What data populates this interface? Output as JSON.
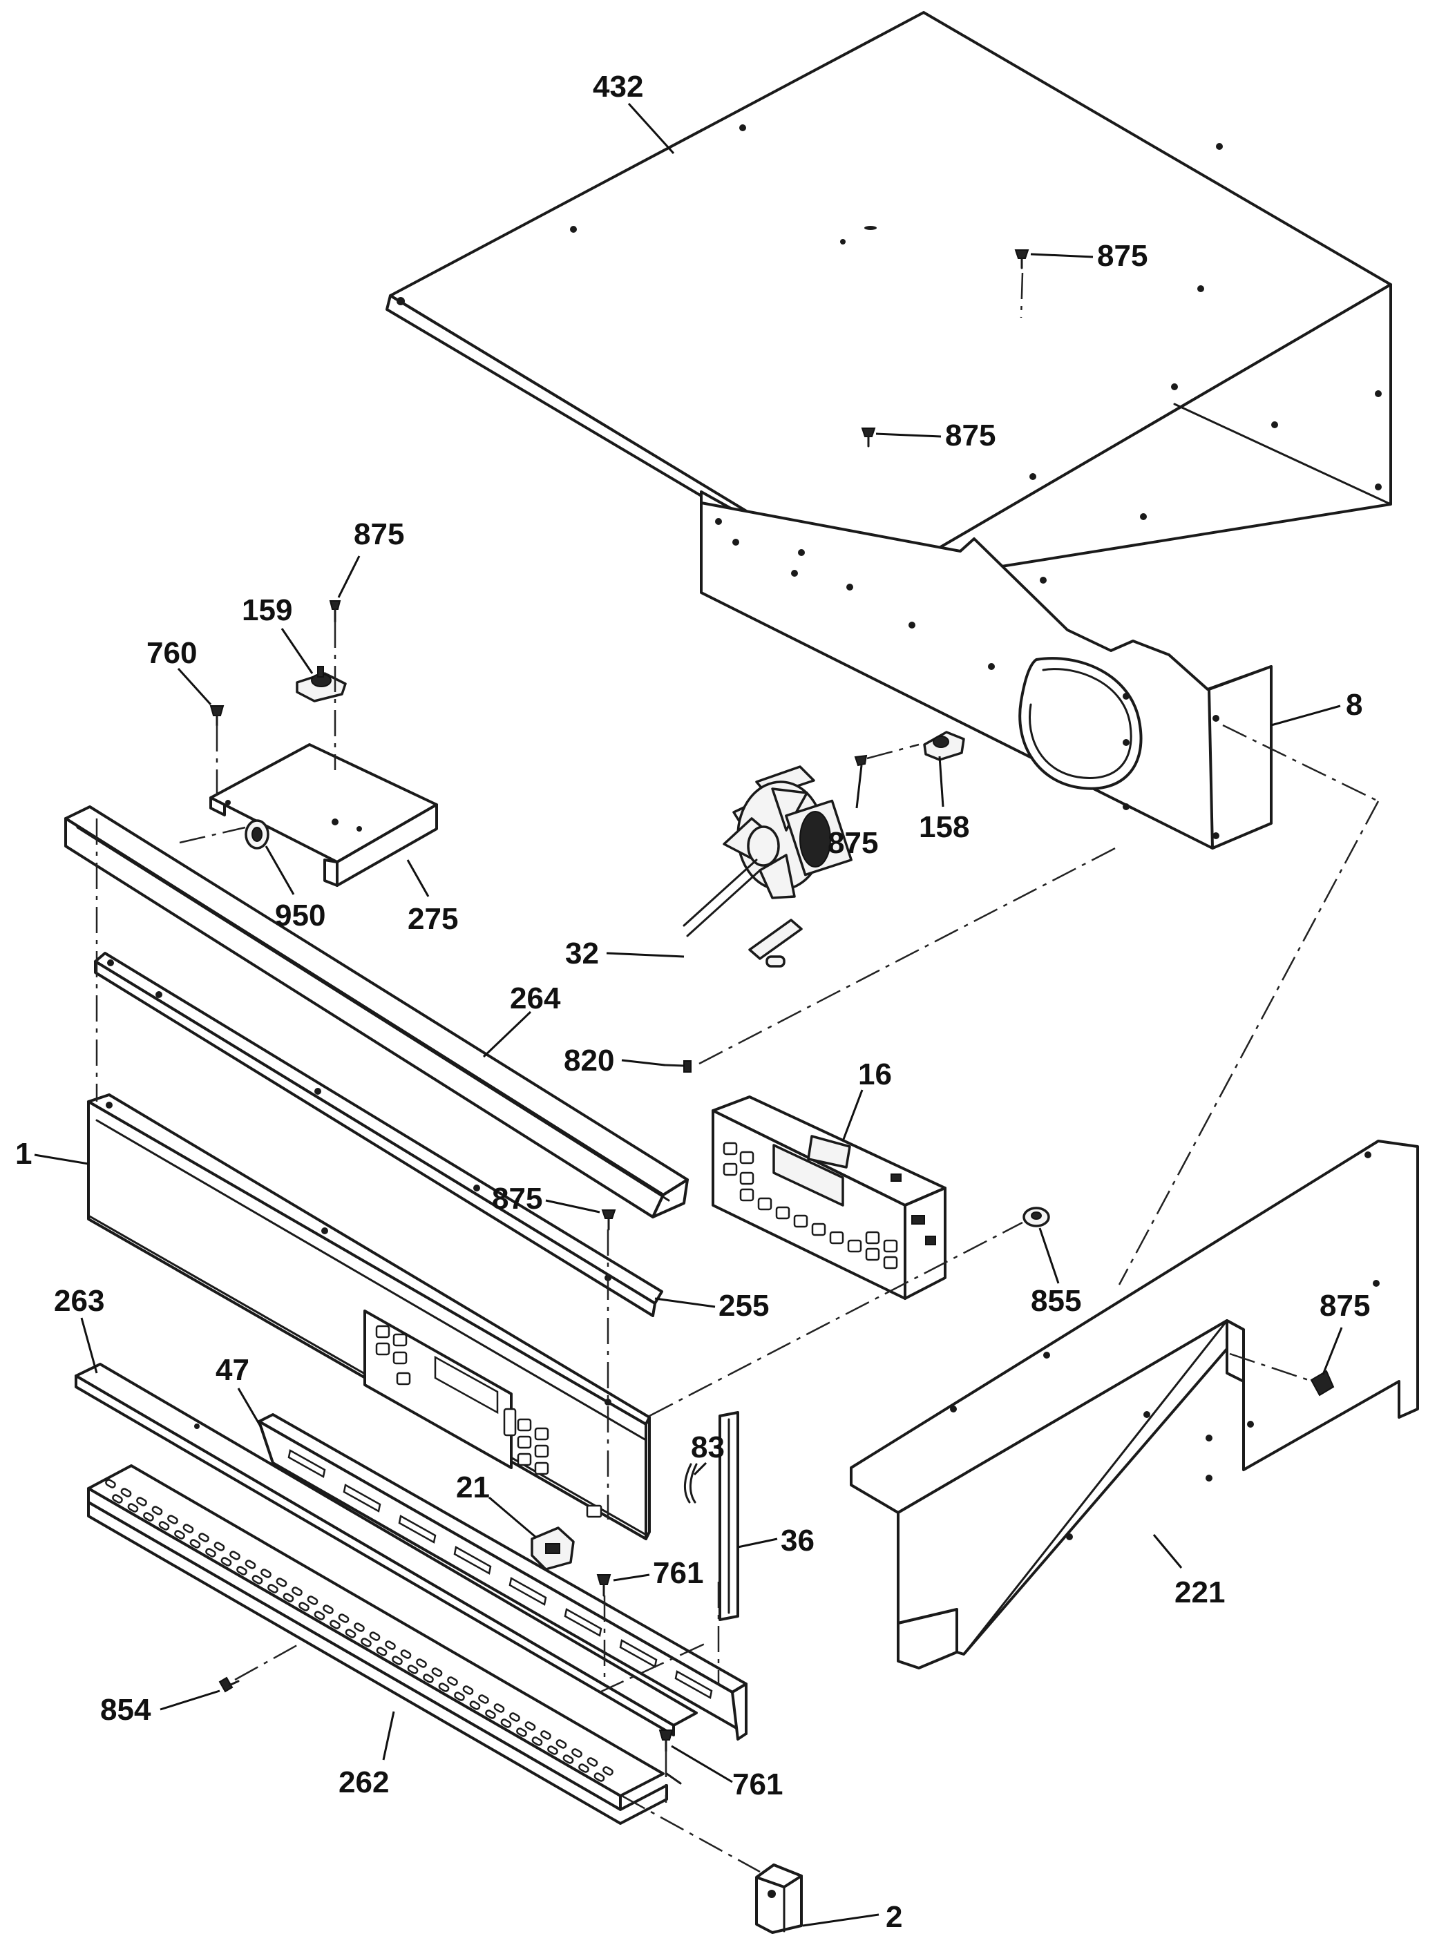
{
  "callouts": {
    "c432": "432",
    "c875_top": "875",
    "c875_mid": "875",
    "c875_bracket": "875",
    "c159": "159",
    "c760": "760",
    "c8": "8",
    "c875_motor": "875",
    "c158": "158",
    "c950": "950",
    "c275": "275",
    "c32": "32",
    "c264": "264",
    "c820": "820",
    "c16": "16",
    "c1": "1",
    "c875_panel": "875",
    "c855": "855",
    "c255": "255",
    "c263": "263",
    "c875_side": "875",
    "c47": "47",
    "c83": "83",
    "c21": "21",
    "c36": "36",
    "c761_a": "761",
    "c221": "221",
    "c854": "854",
    "c262": "262",
    "c761_b": "761",
    "c2": "2"
  }
}
